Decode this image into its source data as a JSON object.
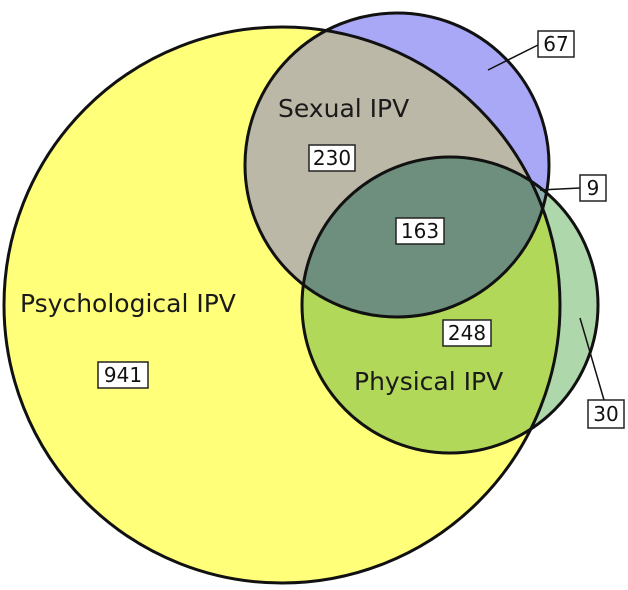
{
  "diagram": {
    "type": "venn",
    "sets": [
      {
        "id": "psychological",
        "name": "Psychological IPV",
        "color": "#ffff7a"
      },
      {
        "id": "sexual",
        "name": "Sexual IPV",
        "color": "#a9a8f7"
      },
      {
        "id": "physical",
        "name": "Physical IPV",
        "color": "#aed8ac"
      }
    ],
    "regions": [
      {
        "sets": [
          "psychological"
        ],
        "count": "941"
      },
      {
        "sets": [
          "sexual"
        ],
        "count": "67"
      },
      {
        "sets": [
          "physical"
        ],
        "count": "30"
      },
      {
        "sets": [
          "psychological",
          "sexual"
        ],
        "count": "230"
      },
      {
        "sets": [
          "psychological",
          "physical"
        ],
        "count": "248"
      },
      {
        "sets": [
          "sexual",
          "physical"
        ],
        "count": "9"
      },
      {
        "sets": [
          "psychological",
          "sexual",
          "physical"
        ],
        "count": "163"
      }
    ],
    "overlap_colors": {
      "psychological_sexual": "#bcb8a7",
      "psychological_physical": "#b2d85a",
      "sexual_physical": "#8fb0b0",
      "all_three": "#6f8f7e"
    }
  }
}
